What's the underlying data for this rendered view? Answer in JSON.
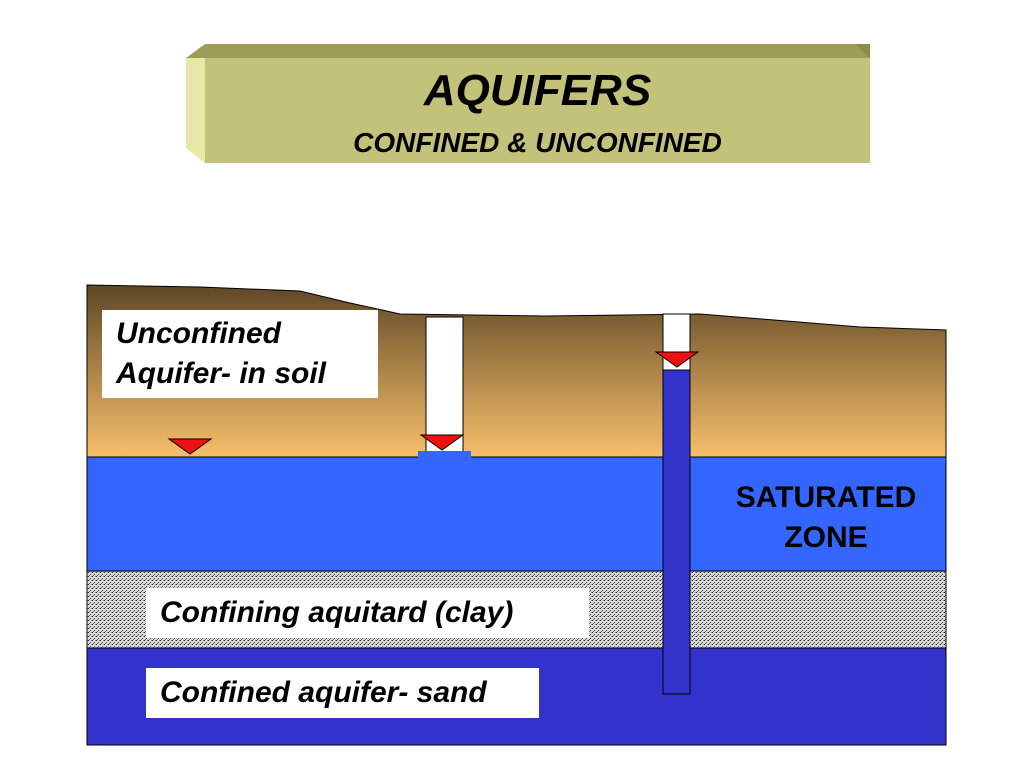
{
  "title": {
    "main": "AQUIFERS",
    "sub": "CONFINED & UNCONFINED"
  },
  "labels": {
    "unconfined_line1": "Unconfined",
    "unconfined_line2": "Aquifer- in soil",
    "saturated_line1": "SATURATED",
    "saturated_line2": "ZONE",
    "confining": "Confining aquitard (clay)",
    "confined": "Confined aquifer- sand"
  },
  "colors": {
    "title_box_front": "#C3C27A",
    "title_box_top": "#9E9D58",
    "title_box_side": "#E8E7A6",
    "soil_top": "#5E4726",
    "soil_bottom": "#F6BF6A",
    "saturated_zone": "#3366FF",
    "aquitard_clay": "#B8B8B8",
    "confined_aquifer": "#3333CC",
    "water_table_marker": "#EE1111",
    "well_water": "#3333CC"
  },
  "icons": {
    "water_table_marker": "red-triangle-icon"
  }
}
